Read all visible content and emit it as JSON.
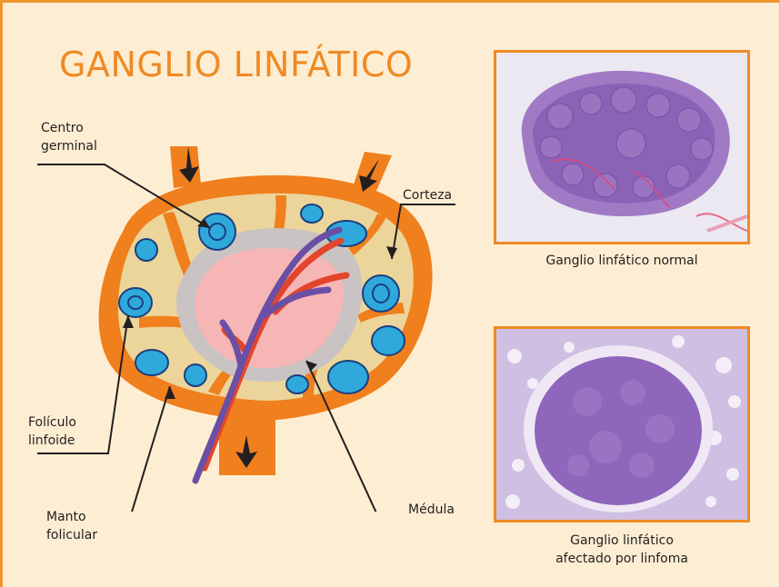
{
  "title": "GANGLIO LINFÁTICO",
  "labels": {
    "centro_germinal": [
      "Centro",
      "germinal"
    ],
    "corteza": "Corteza",
    "foliculo_linfoide": [
      "Folículo",
      "linfoide"
    ],
    "manto_folicular": [
      "Manto",
      "folicular"
    ],
    "medula": "Médula"
  },
  "micrographs": {
    "normal_caption": "Ganglio linfático normal",
    "lymphoma_caption": [
      "Ganglio linfático",
      "afectado por linfoma"
    ]
  },
  "colors": {
    "background": "#fdeed3",
    "border": "#ee9630",
    "capsule": "#f07f1e",
    "cortex": "#ecd59a",
    "gray_zone": "#c9c3c3",
    "medulla": "#f6b6b5",
    "follicle": "#2fa9dc",
    "artery": "#e2452b",
    "vein": "#6a4fa5",
    "title": "#ef8a25"
  }
}
